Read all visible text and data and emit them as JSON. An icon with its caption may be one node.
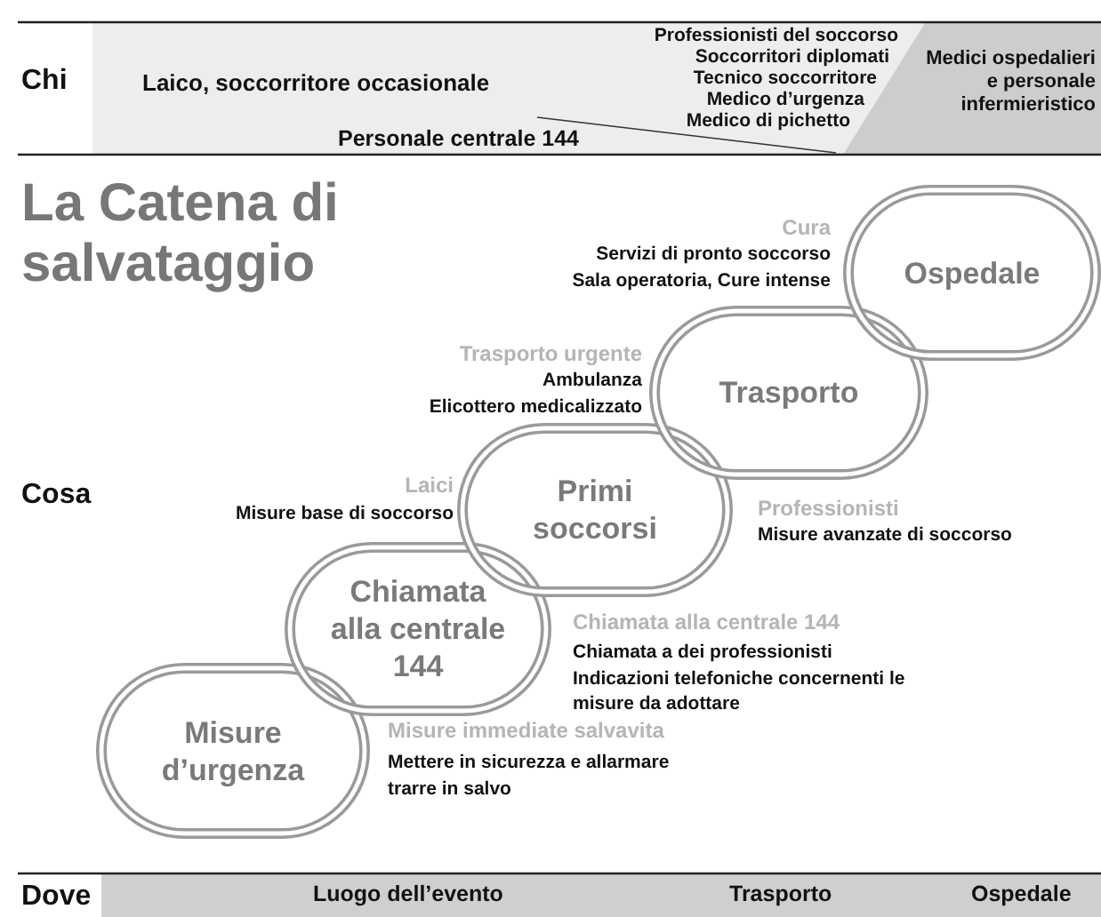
{
  "diagram": {
    "title": "La Catena di salvataggio",
    "nodes": [
      {
        "text": [
          "Misure d’urgenza"
        ],
        "beside": [
          "Misure immediate salvavita",
          "Mettere in sicurezza e allarmare",
          "trarre in salvo"
        ]
      },
      {
        "text": [
          "Chiamata alla centrale 144"
        ],
        "beside": [
          "Chiamata alla centrale 144",
          "Chiamata a dei professionisti",
          "Indicazioni telefoniche concernenti le misure da adottare"
        ]
      },
      {
        "text": [
          "Primi soccorsi"
        ],
        "beside": [
          "Laici",
          "Misure base di soccorso",
          "Professionisti",
          "Misure avanzate di soccorso"
        ]
      },
      {
        "text": [
          "Trasporto"
        ],
        "beside": [
          "Trasporto urgente",
          "Ambulanza",
          "Elicottero medicalizzato"
        ]
      },
      {
        "text": [
          "Ospedale"
        ],
        "beside": [
          "Cura",
          "Servizi di pronto soccorso",
          "Sala operatoria, Cure intense"
        ]
      }
    ],
    "labels": [
      "Chi",
      "Laico, soccorritore occasionale",
      "Personale centrale 144",
      "Professionisti del soccorso",
      "Soccorritori diplomati",
      "Tecnico soccorritore",
      "Medico d’urgenza",
      "Medico di pichetto",
      "Medici ospedalieri e personale infermieristico",
      "Cosa",
      "Dove",
      "Luogo dell’evento",
      "Trasporto",
      "Ospedale"
    ]
  }
}
